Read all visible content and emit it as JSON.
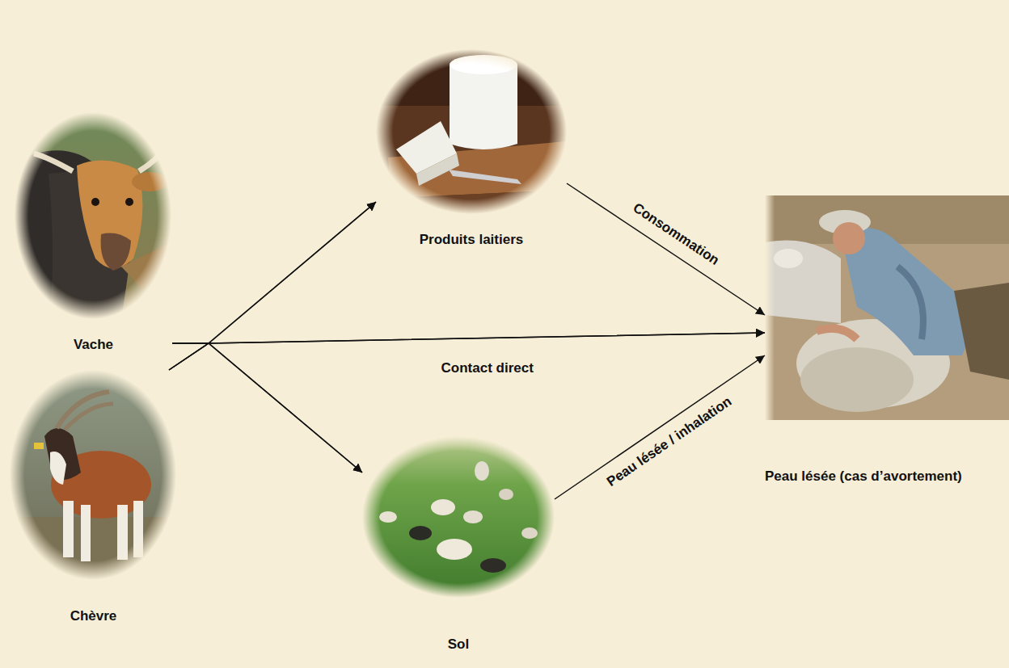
{
  "diagram": {
    "nodes": [
      {
        "text": [
          "Vache"
        ]
      },
      {
        "text": [
          "Chèvre"
        ]
      },
      {
        "text": [
          "Produits laitiers"
        ]
      },
      {
        "text": [
          "Sol"
        ]
      },
      {
        "text": [
          "Peau lésée (cas d’avortement)"
        ]
      }
    ],
    "edges": [
      {
        "from": 0,
        "to": 2,
        "arrow": "to"
      },
      {
        "from": 0,
        "to": 4,
        "label": "Contact direct",
        "arrow": "to"
      },
      {
        "from": 0,
        "to": 3,
        "arrow": "to"
      },
      {
        "from": 1,
        "to": 2,
        "arrow": "to"
      },
      {
        "from": 1,
        "to": 4,
        "arrow": "to"
      },
      {
        "from": 1,
        "to": 3,
        "arrow": "to"
      },
      {
        "from": 2,
        "to": 4,
        "label": "Consommation",
        "arrow": "to"
      },
      {
        "from": 3,
        "to": 4,
        "label": "Peau lésée / inhalation",
        "arrow": "to"
      }
    ]
  }
}
